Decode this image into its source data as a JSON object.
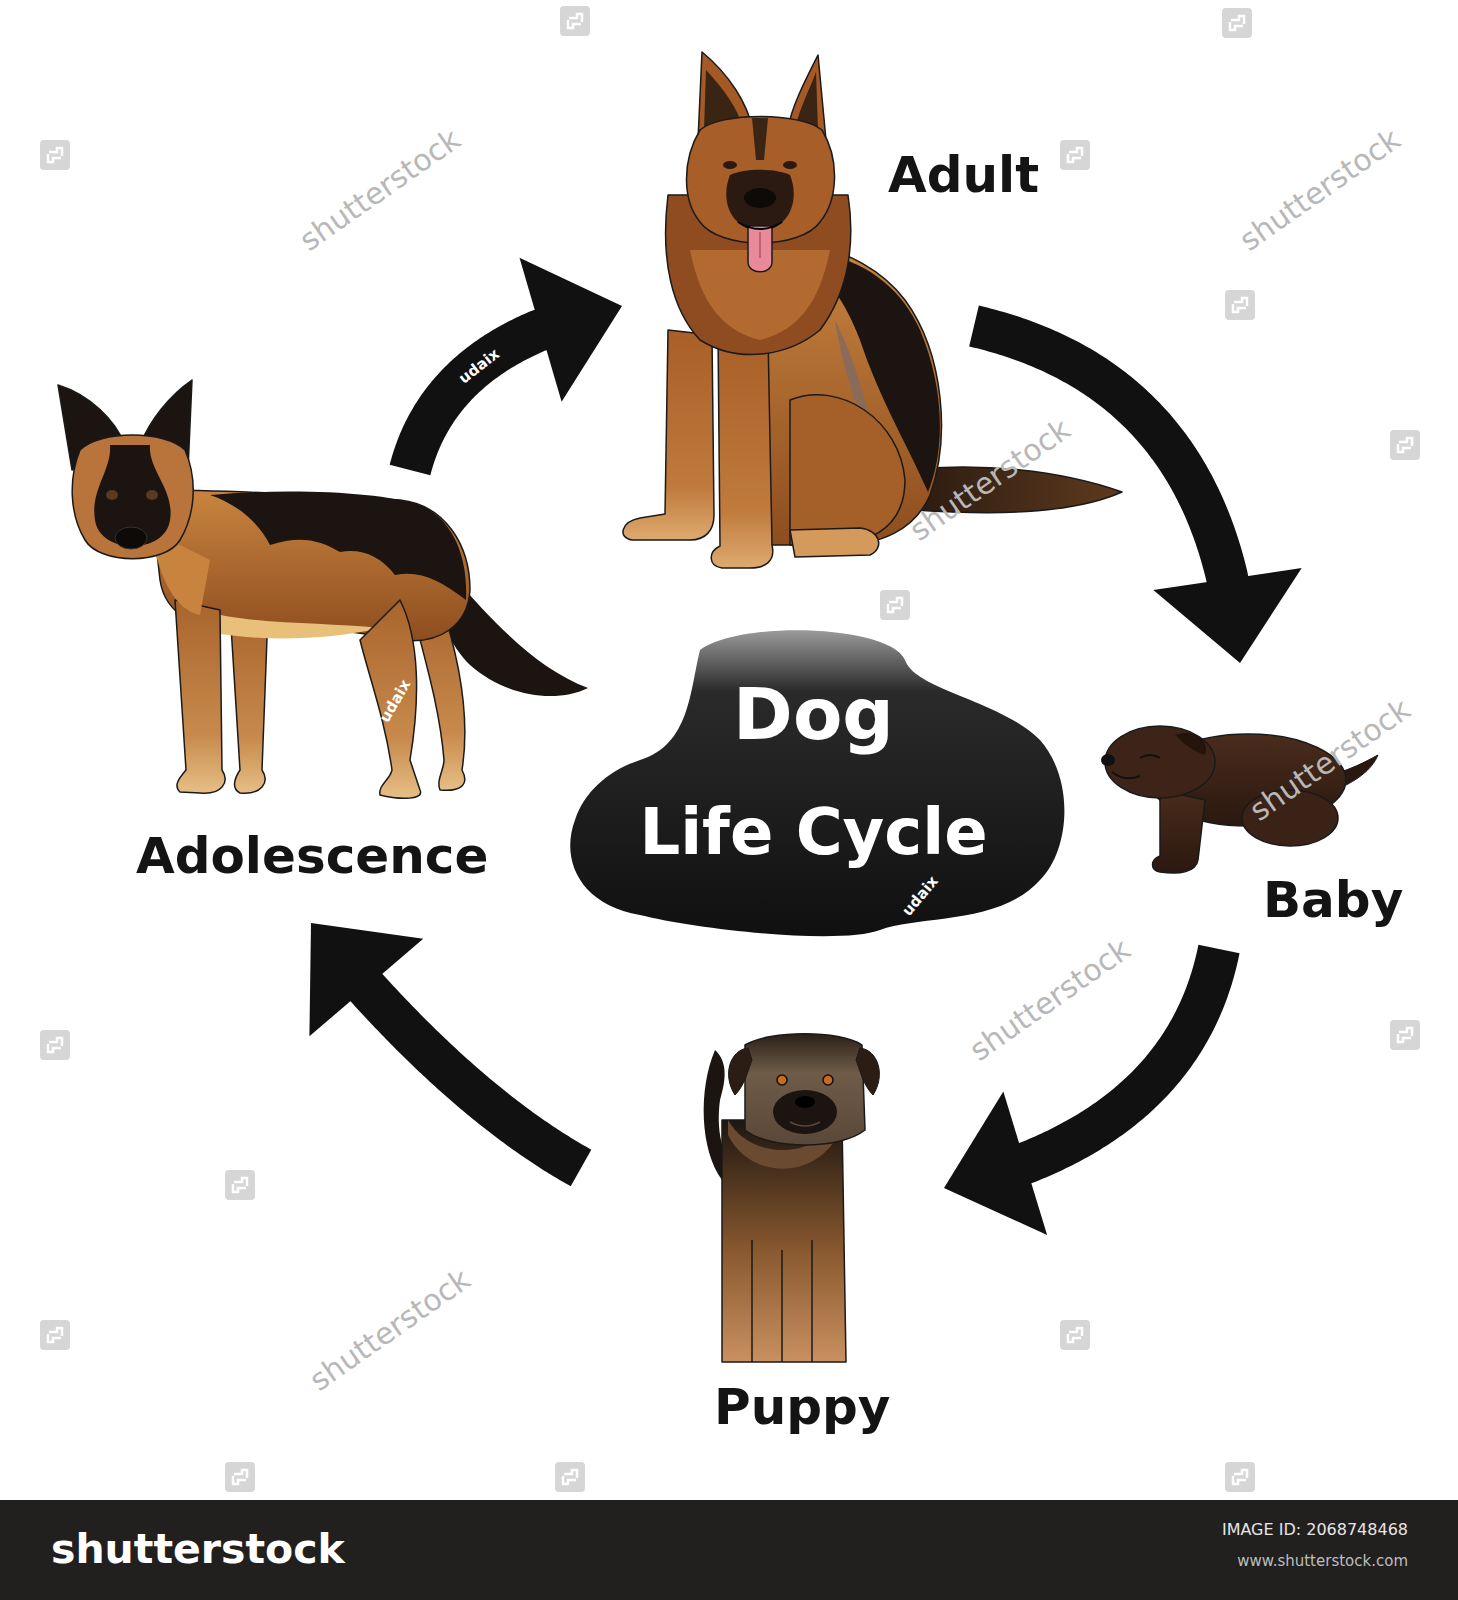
{
  "diagram": {
    "nodes": [
      {
        "text": [
          "Dog",
          "Life Cycle"
        ]
      },
      {
        "text": [
          "Adult"
        ]
      },
      {
        "text": [
          "Baby"
        ]
      },
      {
        "text": [
          "Puppy"
        ]
      },
      {
        "text": [
          "Adolescence"
        ]
      }
    ],
    "edges": [
      {
        "from": 1,
        "to": 2,
        "arrow": "to"
      },
      {
        "from": 2,
        "to": 3,
        "arrow": "to"
      },
      {
        "from": 3,
        "to": 4,
        "arrow": "to"
      },
      {
        "from": 4,
        "to": 1,
        "arrow": "to"
      }
    ],
    "labels": [
      "shutterstock",
      "shutterstock",
      "shutterstock",
      "shutterstock",
      "shutterstock",
      "shutterstock",
      "udaix",
      "udaix",
      "udaix",
      "shutterstock",
      "IMAGE ID: 2068748468",
      "www.shutterstock.com"
    ]
  }
}
